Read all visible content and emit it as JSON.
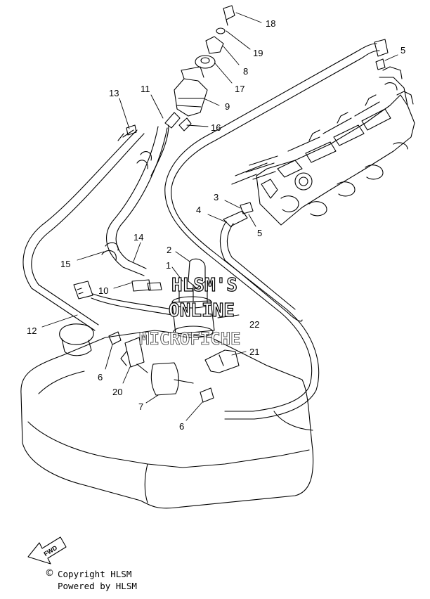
{
  "callouts": [
    {
      "id": "c18",
      "text": "18"
    },
    {
      "id": "c19",
      "text": "19"
    },
    {
      "id": "c8",
      "text": "8"
    },
    {
      "id": "c17",
      "text": "17"
    },
    {
      "id": "c9",
      "text": "9"
    },
    {
      "id": "c16",
      "text": "16"
    },
    {
      "id": "c11",
      "text": "11"
    },
    {
      "id": "c13",
      "text": "13"
    },
    {
      "id": "c5a",
      "text": "5"
    },
    {
      "id": "c3",
      "text": "3"
    },
    {
      "id": "c4",
      "text": "4"
    },
    {
      "id": "c5b",
      "text": "5"
    },
    {
      "id": "c14",
      "text": "14"
    },
    {
      "id": "c15",
      "text": "15"
    },
    {
      "id": "c2",
      "text": "2"
    },
    {
      "id": "c1",
      "text": "1"
    },
    {
      "id": "c10",
      "text": "10"
    },
    {
      "id": "c22",
      "text": "22"
    },
    {
      "id": "c12",
      "text": "12"
    },
    {
      "id": "c21",
      "text": "21"
    },
    {
      "id": "c6a",
      "text": "6"
    },
    {
      "id": "c20",
      "text": "20"
    },
    {
      "id": "c7",
      "text": "7"
    },
    {
      "id": "c6b",
      "text": "6"
    }
  ],
  "watermark": {
    "line1": "HLSM'S",
    "line2": "ONLINE",
    "line3": "MICROFICHE"
  },
  "fwd_label": "FWD",
  "copyright": {
    "symbol": "©",
    "line1": "Copyright HLSM",
    "line2": "Powered by HLSM"
  }
}
